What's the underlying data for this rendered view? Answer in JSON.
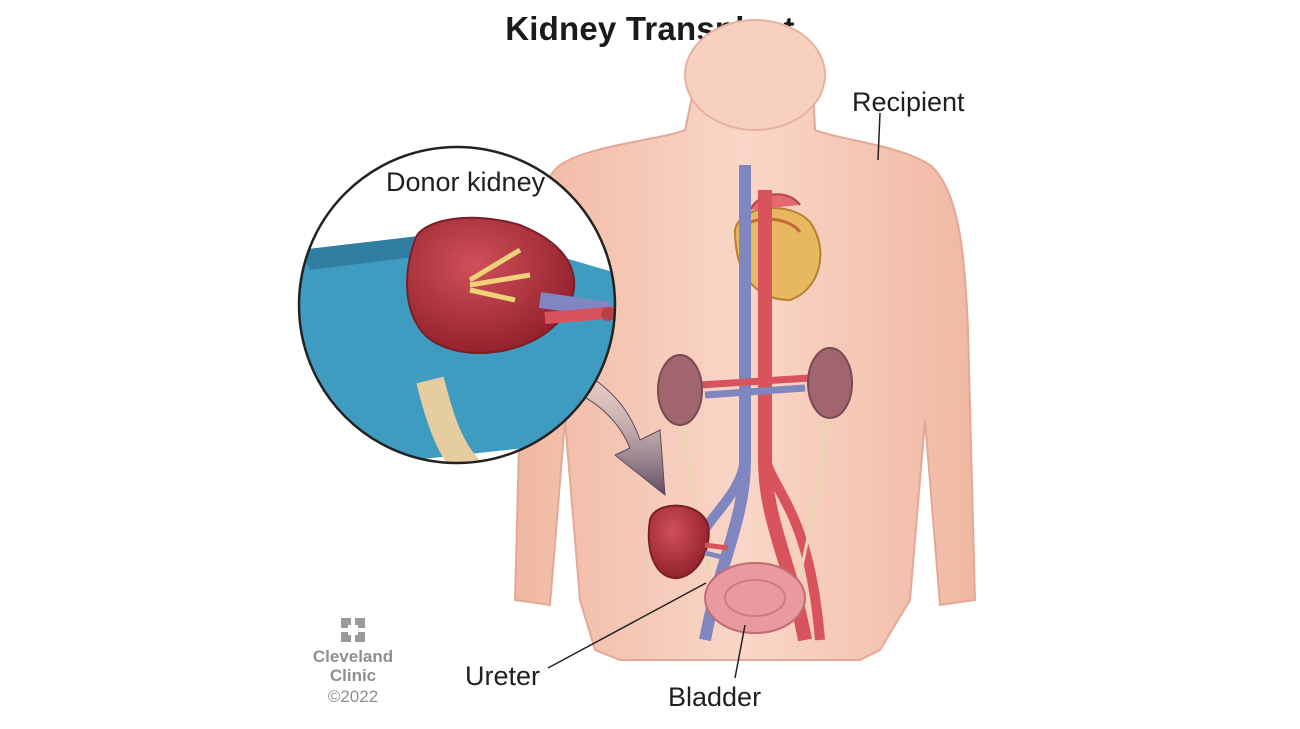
{
  "title": "Kidney Transplant",
  "labels": {
    "recipient": "Recipient",
    "donor_kidney": "Donor kidney",
    "ureter": "Ureter",
    "bladder": "Bladder"
  },
  "credit": {
    "line1": "Cleveland",
    "line2": "Clinic",
    "line3": "©2022"
  },
  "colors": {
    "skin": "#f6c8b5",
    "kidney": "#b2303a",
    "artery": "#d9535c",
    "vein": "#7f86c0",
    "drape": "#3f9cc0",
    "arrow": "#6f5a6e"
  }
}
